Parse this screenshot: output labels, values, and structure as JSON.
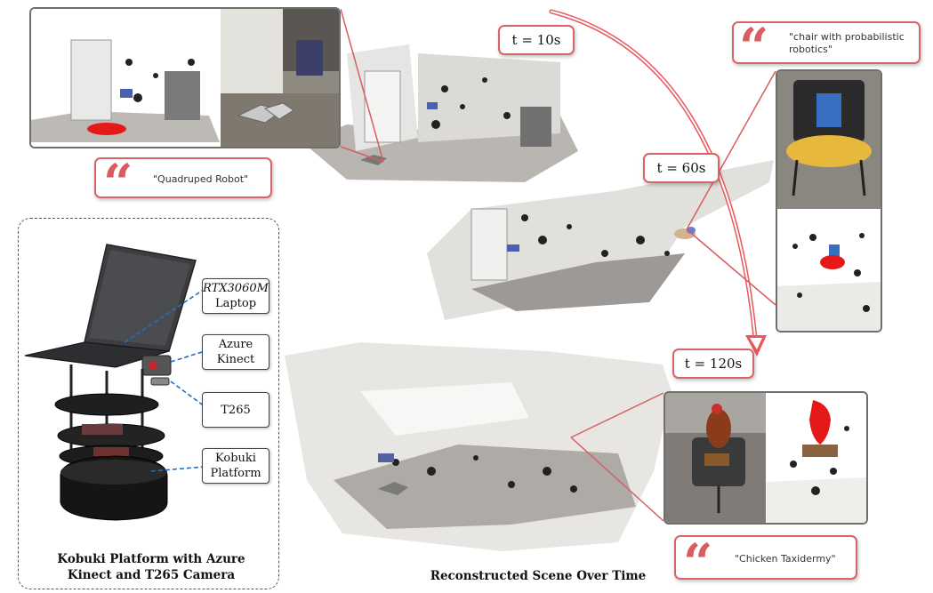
{
  "robot": {
    "labels": [
      {
        "line1": "RTX3060M",
        "line2": "Laptop"
      },
      {
        "line1": "Azure",
        "line2": "Kinect"
      },
      {
        "line1": "T265",
        "line2": ""
      },
      {
        "line1": "Kobuki",
        "line2": "Platform"
      }
    ],
    "caption_line1": "Kobuki Platform with Azure",
    "caption_line2": "Kinect and T265 Camera"
  },
  "times": [
    "t = 10s",
    "t = 60s",
    "t = 120s"
  ],
  "quotes": {
    "quadruped": "\"Quadruped Robot\"",
    "chair_line1": "\"chair with probabilistic",
    "chair_line2": "robotics\"",
    "chicken": "\"Chicken Taxidermy\""
  },
  "scene_caption": "Reconstructed Scene Over Time",
  "colors": {
    "accent": "#d95c60",
    "highlight": "#e61919",
    "leader": "#2a6ebb",
    "panel_border": "#6e6e6e"
  },
  "icons": [
    "quote-mark-icon",
    "timeline-arrow-icon"
  ]
}
